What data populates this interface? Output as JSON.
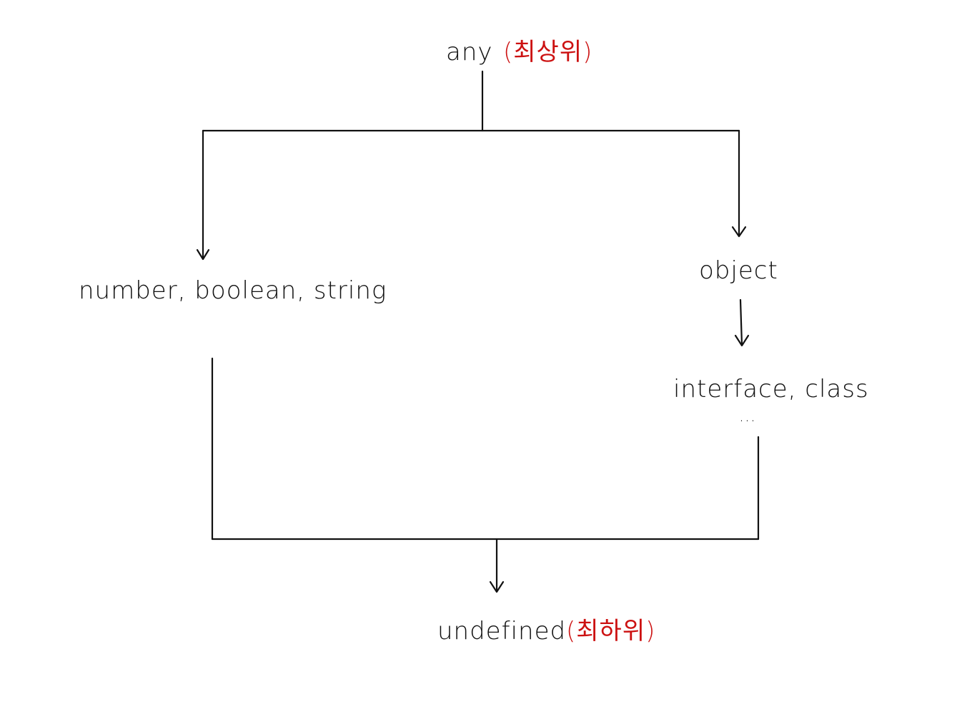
{
  "colors": {
    "ink": "#111111",
    "annotation": "#cc1111",
    "background": "#ffffff"
  },
  "nodes": {
    "top": {
      "label": "any",
      "note": "(최상위)"
    },
    "primitives": {
      "label": "number, boolean, string"
    },
    "object": {
      "label": "object"
    },
    "interface_class": {
      "label": "interface, class",
      "continuation": "..."
    },
    "bottom": {
      "label": "undefined",
      "note": "(최하위)"
    }
  }
}
